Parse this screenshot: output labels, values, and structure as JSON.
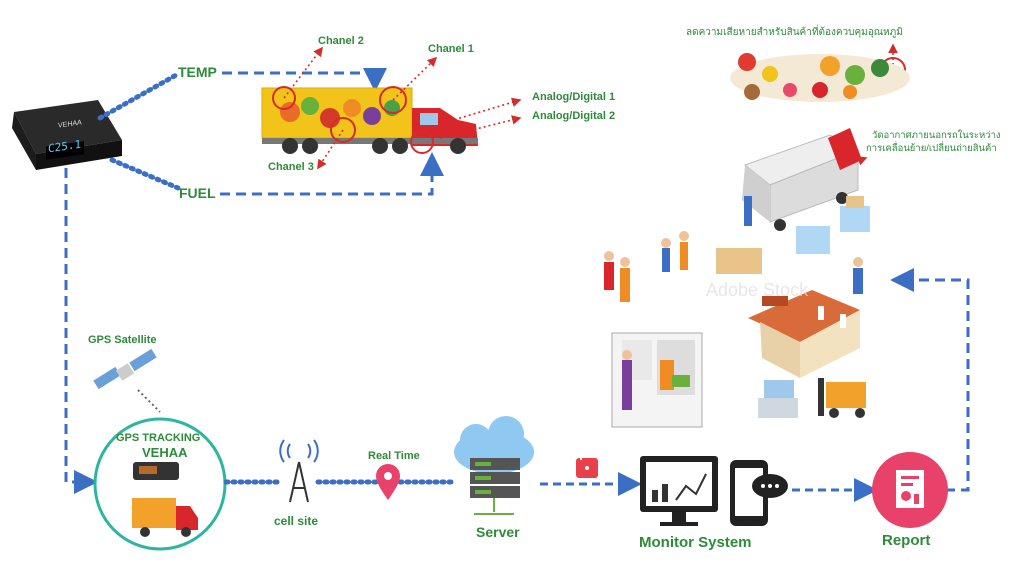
{
  "device": {
    "display": "C25.1",
    "brand": "VEHAA"
  },
  "sensors": {
    "temp": "TEMP",
    "fuel": "FUEL",
    "chanel1": "Chanel 1",
    "chanel2": "Chanel 2",
    "chanel3": "Chanel 3",
    "analog1": "Analog/Digital 1",
    "analog2": "Analog/Digital 2"
  },
  "notes": {
    "reduce_loss": "ลดความเสียหายสำหรับสินค้าที่ต้องควบคุมอุณหภูมิ",
    "measure_line1": "วัดอากาศภายนอกรถในระหว่าง",
    "measure_line2": "การเคลื่อนย้าย/เปลี่ยนถ่ายสินค้า"
  },
  "flow": {
    "gps_satellite": "GPS Satellite",
    "gps_tracking": "GPS TRACKING",
    "vehaa": "VEHAA",
    "cell_site": "cell site",
    "real_time": "Real Time",
    "server": "Server",
    "monitor_system": "Monitor System",
    "report": "Report"
  },
  "watermark": "Adobe Stock",
  "colors": {
    "line_blue": "#3a6fc4",
    "label_green": "#2e8b3a",
    "accent_red": "#c0392b",
    "report_pink": "#e8416a"
  }
}
